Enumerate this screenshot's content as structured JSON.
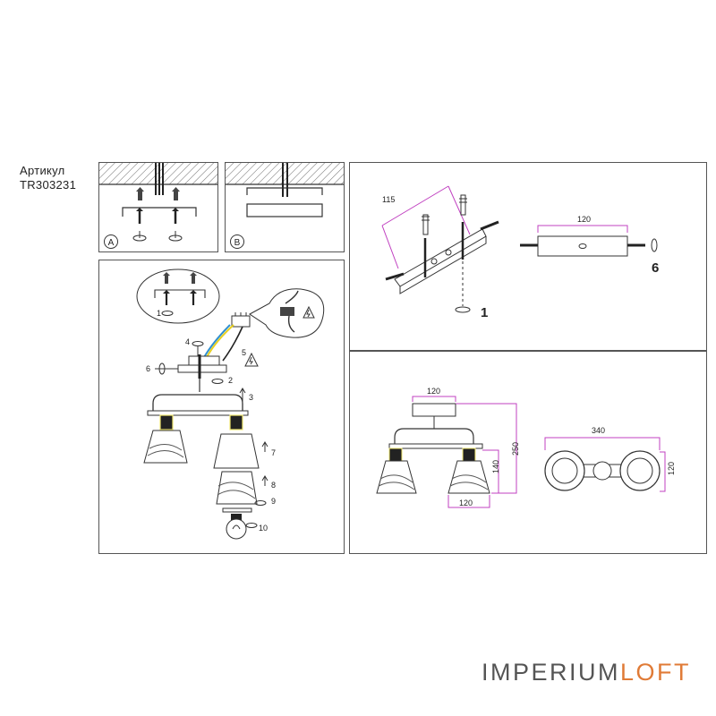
{
  "article": {
    "label": "Артикул",
    "code": "TR303231"
  },
  "brand": {
    "left": "IMPERIUM",
    "right": "LOFT",
    "left_color": "#555555",
    "right_color": "#e07b37"
  },
  "mount": {
    "option_a": "A",
    "option_b": "B"
  },
  "steps": [
    "1",
    "2",
    "3",
    "4",
    "5",
    "6",
    "7",
    "8",
    "9",
    "10"
  ],
  "bracket": {
    "width_label": "115",
    "step_label": "1"
  },
  "cover_plate": {
    "width_label": "120",
    "step_label": "6"
  },
  "dimensions": {
    "base_width": "120",
    "total_height": "250",
    "shade_height": "140",
    "shade_width": "120",
    "total_length": "340",
    "depth": "120"
  },
  "colors": {
    "line": "#333333",
    "dimension": "#c040c0",
    "wire_yellow": "#e8d020",
    "wire_blue": "#3090d0",
    "socket_highlight": "#f2e870"
  }
}
